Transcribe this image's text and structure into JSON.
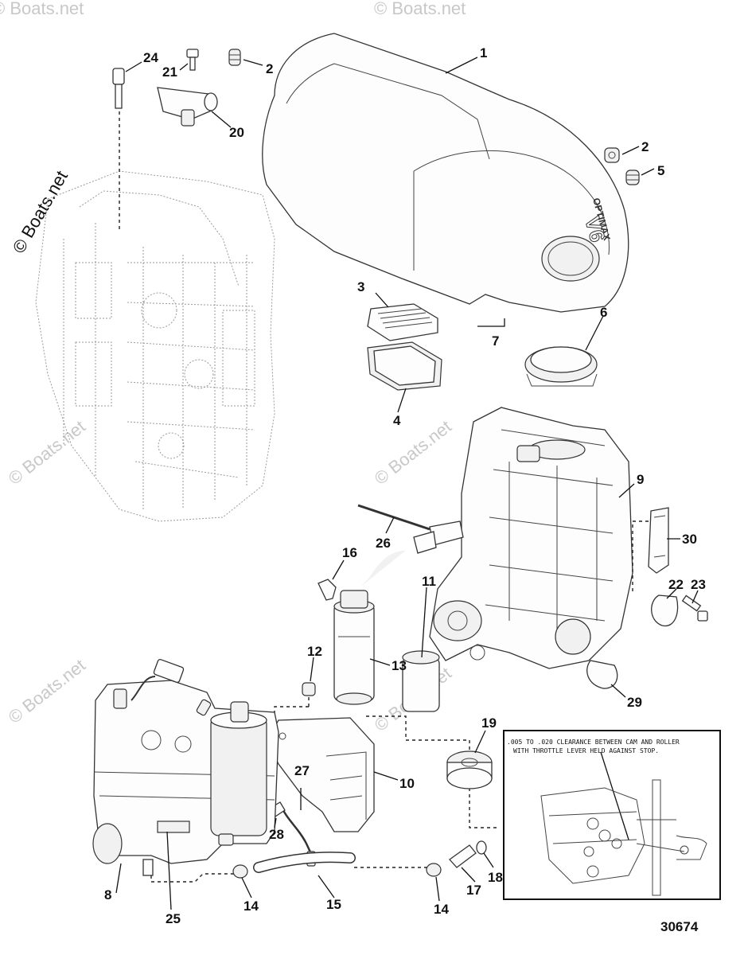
{
  "watermark": {
    "main": "© Boats.net",
    "faint": "© Boats.net"
  },
  "cover_logo": {
    "brand": "OPTIMAX",
    "engine": "V6"
  },
  "note_text": {
    "line1": ".005 TO .020 CLEARANCE BETWEEN CAM AND ROLLER",
    "line2": "WITH THROTTLE LEVER HELD AGAINST STOP."
  },
  "diagram_number": "30674",
  "callouts": {
    "c1": "1",
    "c2a": "2",
    "c2b": "2",
    "c3": "3",
    "c4": "4",
    "c5": "5",
    "c6": "6",
    "c7": "7",
    "c8": "8",
    "c9": "9",
    "c10": "10",
    "c11": "11",
    "c12": "12",
    "c13": "13",
    "c14a": "14",
    "c14b": "14",
    "c15": "15",
    "c16": "16",
    "c17": "17",
    "c18": "18",
    "c19": "19",
    "c20": "20",
    "c21": "21",
    "c22": "22",
    "c23": "23",
    "c24": "24",
    "c25": "25",
    "c26": "26",
    "c27": "27",
    "c28": "28",
    "c29": "29",
    "c30": "30"
  }
}
